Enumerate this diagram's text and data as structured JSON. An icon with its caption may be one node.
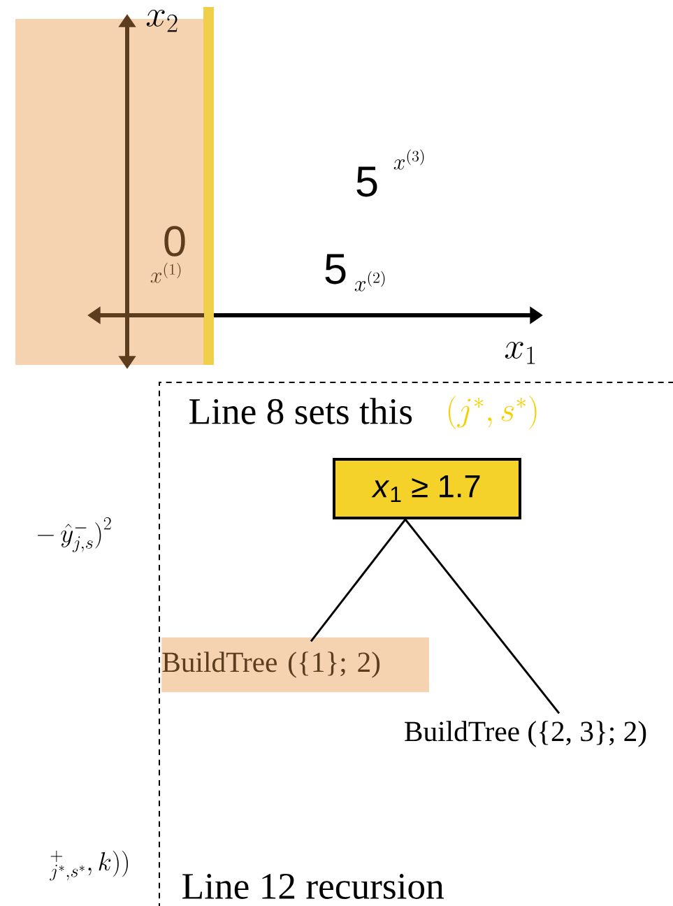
{
  "diagram": {
    "nodes": [
      {
        "text": [
          "*x*$_{1}$ ≥ 1.7"
        ]
      },
      {
        "text": [
          "BuildTree ({1}; 2)"
        ]
      },
      {
        "text": [
          "BuildTree ({2, 3}; 2)"
        ]
      }
    ],
    "edges": [
      {
        "from": 0,
        "to": 1,
        "arrow": "none"
      },
      {
        "from": 0,
        "to": 2,
        "arrow": "none"
      }
    ],
    "labels": [
      "x_2",
      "0",
      "x^{(1)}",
      "5",
      "x^{(3)}",
      "5",
      "x^{(2)}",
      "x_1",
      "Line 8 sets this",
      "(j^*, s^*)",
      "-\\,\\hat{y}^{-}_{j,s}\\big)^{2}",
      "{}^{+}_{j^*,s^*}, k\\big)\\big)",
      "Line 12 recursion"
    ]
  }
}
